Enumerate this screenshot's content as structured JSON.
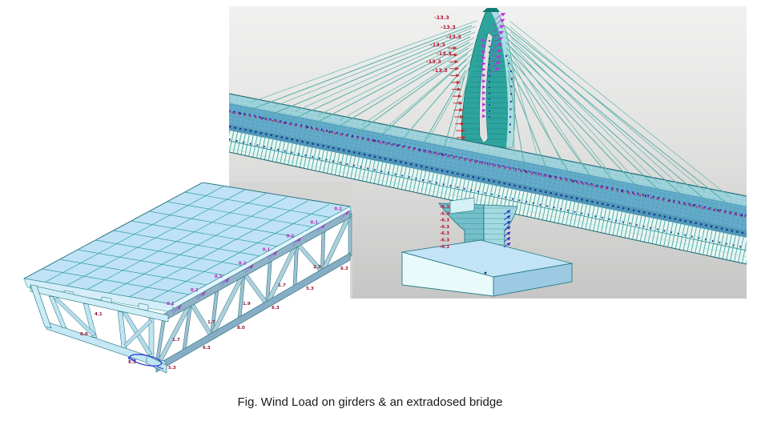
{
  "caption": "Fig. Wind Load on girders & an extradosed bridge",
  "bridge_view": {
    "name": "extradosed bridge FEM model with wind load",
    "tower_load_labels": [
      "-13.3",
      "-13.3",
      "-13.3",
      "-13.3",
      "-13.3",
      "-13.3",
      "-13.3"
    ],
    "pier_load_labels": [
      "-6.3",
      "-6.3",
      "-6.3",
      "-6.3",
      "-6.3",
      "-6.3",
      "-6.3"
    ],
    "colors": {
      "background_top": "#f1f1f0",
      "background_bottom": "#c6c6c5",
      "deck": "#61a9c9",
      "deck_far_strip": "#9ed2db",
      "deck_web": "#e9f7f3",
      "tower": "#2ea49e",
      "tower_light": "#bfe9ea",
      "tower_edge": "#0c6e6a",
      "cable": "#55aea6",
      "foundation_top": "#c3e3f6",
      "foundation_front": "#e9fafa",
      "foundation_side": "#9dcae3",
      "pier_left": "#74bfca",
      "pier_right": "#a4dae0",
      "load_arrow_red": "#c03030",
      "load_arrow_magenta": "#bb33dd",
      "load_arrow_blue": "#2334cc",
      "node_dot_navy": "#1b2f9a",
      "label_red": "#b3122e"
    }
  },
  "girder_view": {
    "name": "steel truss girder FEM model with wind load",
    "top_edge_labels": [
      "0.1",
      "0.2",
      "0.1",
      "0.2",
      "0.1",
      "0.2",
      "0.1",
      "0.2"
    ],
    "web_labels": [
      "1.7",
      "1.7",
      "1.9",
      "1.7",
      "2.3"
    ],
    "bottom_labels": [
      "5.3",
      "6.3",
      "8.0",
      "6.3",
      "5.3",
      "6.3"
    ],
    "end_labels": [
      "4.1",
      "0.8",
      "6.3"
    ],
    "colors": {
      "deck": "#bfe2f6",
      "fascia": "#e2f5fd",
      "member": "#a8cbdb",
      "member_light": "#cfeef8",
      "edge": "#1d6b74",
      "grid": "#2f9f9f",
      "label_red": "#a01030",
      "label_magenta": "#b525b5",
      "annotation_blue": "#2a3fd4",
      "occlusion_gray": "#d5d5d4"
    }
  }
}
